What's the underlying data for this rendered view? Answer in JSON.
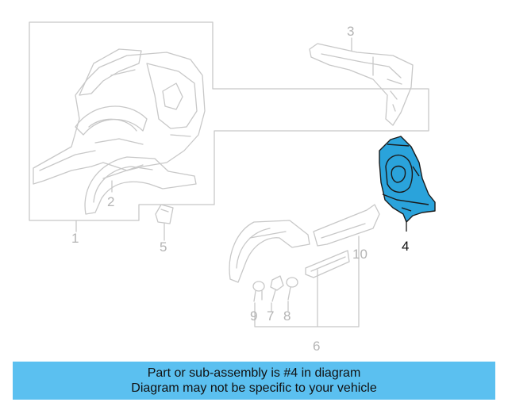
{
  "diagram": {
    "callouts": [
      {
        "id": "1",
        "label": "1"
      },
      {
        "id": "2",
        "label": "2"
      },
      {
        "id": "3",
        "label": "3"
      },
      {
        "id": "4",
        "label": "4"
      },
      {
        "id": "5",
        "label": "5"
      },
      {
        "id": "6",
        "label": "6"
      },
      {
        "id": "7",
        "label": "7"
      },
      {
        "id": "8",
        "label": "8"
      },
      {
        "id": "9",
        "label": "9"
      },
      {
        "id": "10",
        "label": "10"
      }
    ],
    "highlighted_part": "4",
    "colors": {
      "line": "#c8c8c8",
      "highlight": "#2aa3db",
      "highlight_stroke": "#1a1a1a",
      "banner": "#5bc0f0"
    }
  },
  "banner": {
    "line1": "Part or sub-assembly is #4 in diagram",
    "line2": "Diagram may not be specific to your vehicle"
  }
}
